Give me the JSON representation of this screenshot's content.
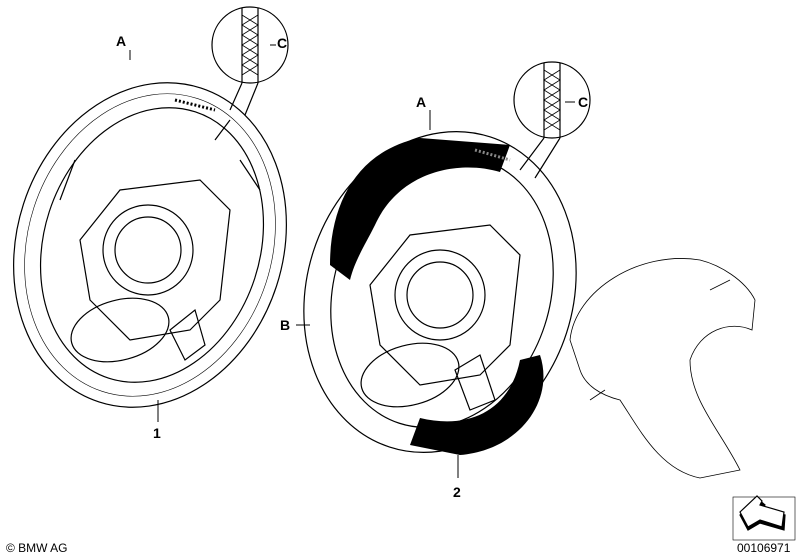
{
  "labels": {
    "a1": "A",
    "c1": "C",
    "a2": "A",
    "c2": "C",
    "b": "B",
    "part1": "1",
    "part2": "2"
  },
  "footer": {
    "copyright": "© BMW AG",
    "diagram_number": "00106971"
  },
  "colors": {
    "line": "#000000",
    "leather_black": "#000000",
    "background": "#ffffff"
  }
}
